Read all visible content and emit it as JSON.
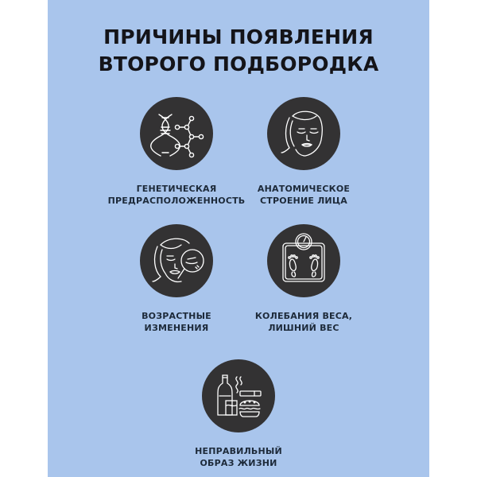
{
  "title": {
    "line1": "ПРИЧИНЫ ПОЯВЛЕНИЯ",
    "line2": "ВТОРОГО ПОДБОРОДКА"
  },
  "colors": {
    "panel_bg": "#a9c5ec",
    "circle_bg": "#333233",
    "icon_stroke": "#ffffff",
    "title_text": "#141419",
    "label_text": "#1d2a3a"
  },
  "items": [
    {
      "icon": "dna-molecule-icon",
      "line1": "ГЕНЕТИЧЕСКАЯ",
      "line2": "ПРЕДРАСПОЛОЖЕННОСТЬ"
    },
    {
      "icon": "face-icon",
      "line1": "АНАТОМИЧЕСКОЕ",
      "line2": "СТРОЕНИЕ ЛИЦА"
    },
    {
      "icon": "face-magnifier-icon",
      "line1": "ВОЗРАСТНЫЕ",
      "line2": "ИЗМЕНЕНИЯ"
    },
    {
      "icon": "bathroom-scale-icon",
      "line1": "КОЛЕБАНИЯ ВЕСА,",
      "line2": "ЛИШНИЙ ВЕС"
    },
    {
      "icon": "junk-food-alcohol-smoking-icon",
      "line1": "НЕПРАВИЛЬНЫЙ",
      "line2": "ОБРАЗ ЖИЗНИ"
    }
  ]
}
